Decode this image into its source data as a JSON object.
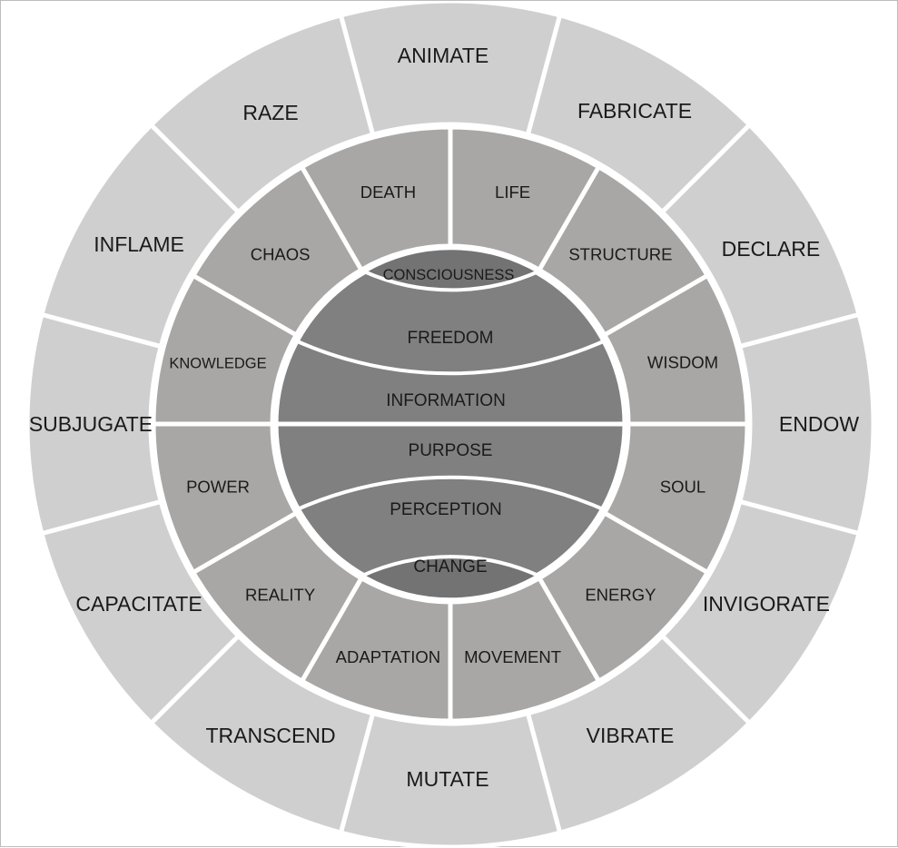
{
  "colors": {
    "outer_ring": "#d0cfcf",
    "middle_ring": "#a9a7a6",
    "core": "#808080",
    "core_small": "#737373",
    "separator": "#ffffff"
  },
  "outer_ring": [
    "ANIMATE",
    "FABRICATE",
    "DECLARE",
    "ENDOW",
    "INVIGORATE",
    "VIBRATE",
    "MUTATE",
    "TRANSCEND",
    "CAPACITATE",
    "SUBJUGATE",
    "INFLAME",
    "RAZE"
  ],
  "middle_ring": [
    "LIFE",
    "STRUCTURE",
    "WISDOM",
    "SOUL",
    "ENERGY",
    "MOVEMENT",
    "ADAPTATION",
    "REALITY",
    "POWER",
    "KNOWLEDGE",
    "CHAOS",
    "DEATH"
  ],
  "core": {
    "top_cap": "CONSCIOUSNESS",
    "band_1": "FREEDOM",
    "band_2": "INFORMATION",
    "band_3": "PURPOSE",
    "band_4": "PERCEPTION",
    "bottom_cap": "CHANGE"
  }
}
